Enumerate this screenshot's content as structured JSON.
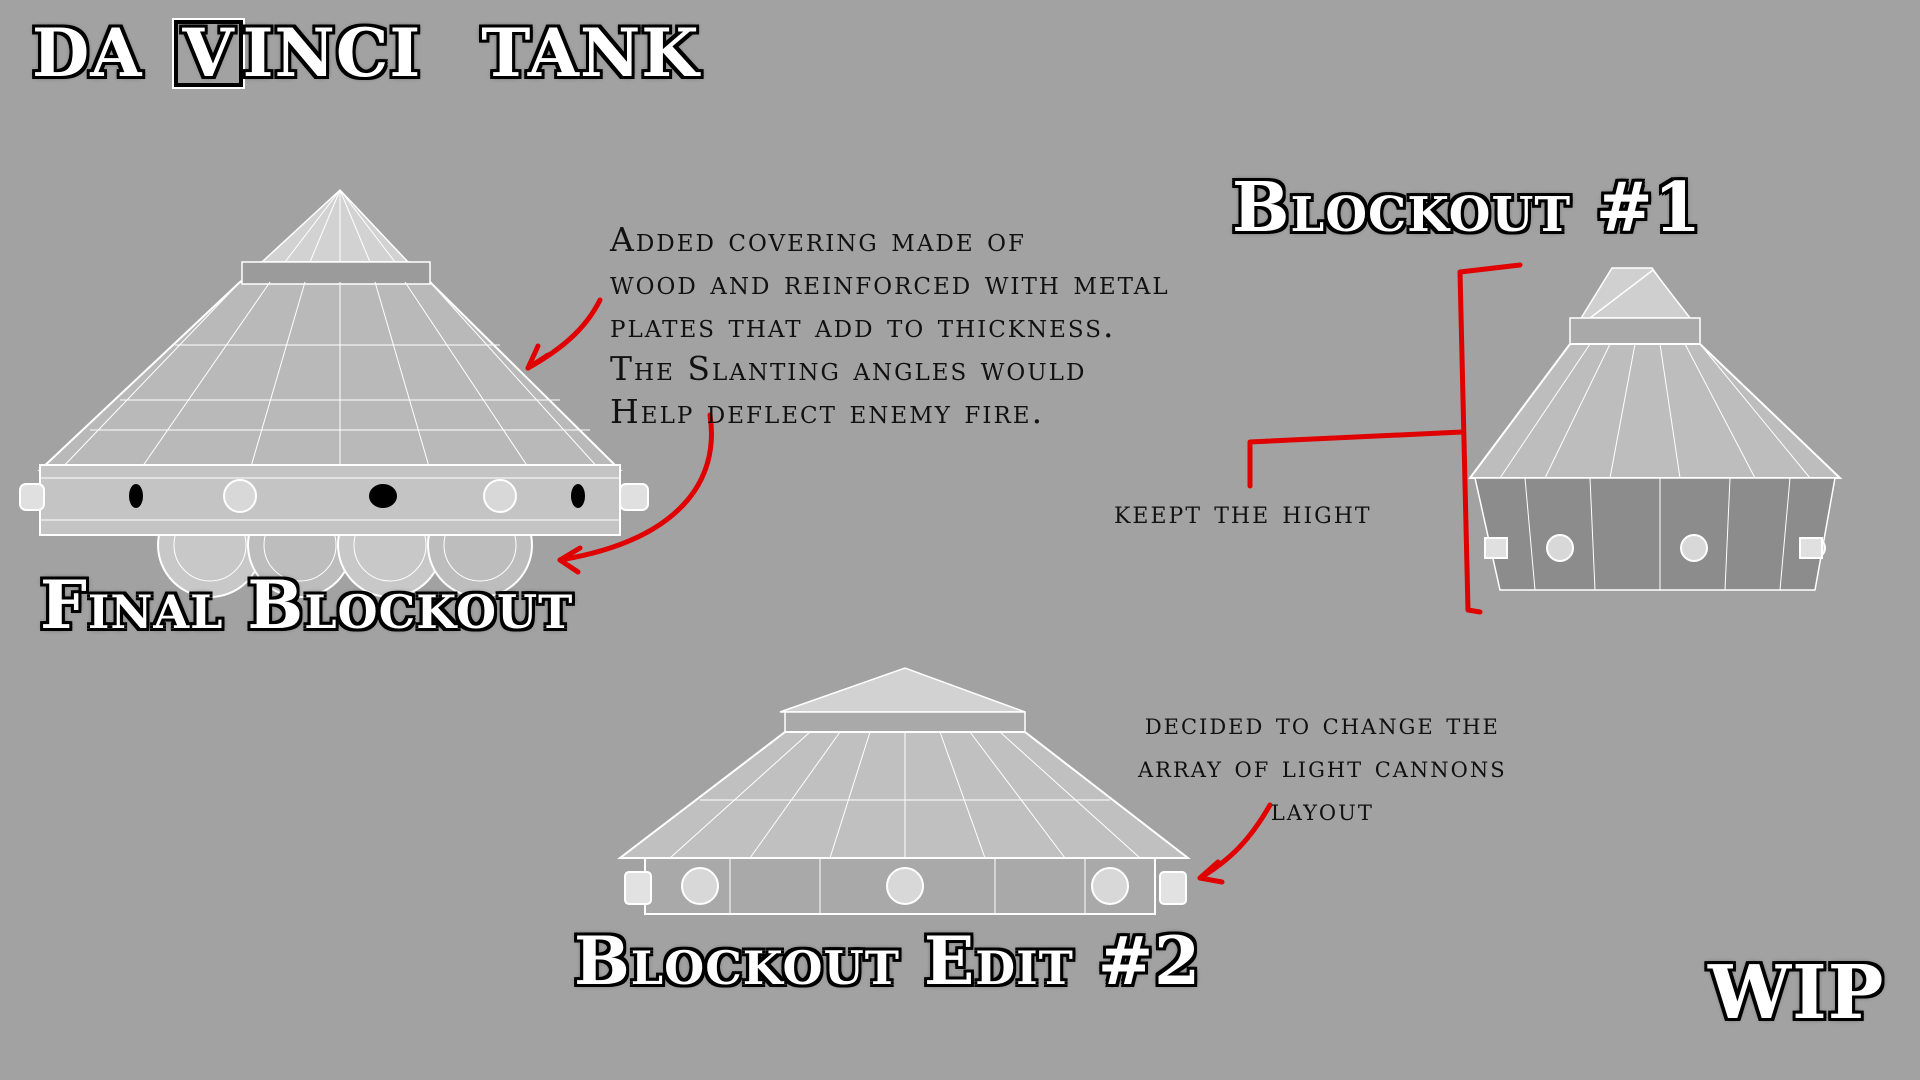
{
  "title": {
    "part1": "DA",
    "logo_letter": "V",
    "part2": "INCI",
    "part3": "TANK"
  },
  "labels": {
    "blockout1": "Blockout #1",
    "final": "Final Blockout",
    "edit2": "Blockout Edit #2",
    "wip": "WIP"
  },
  "notes": {
    "covering": [
      "Added covering  made of",
      "wood and reinforced with metal",
      "plates that add to thickness.",
      "The Slanting angles would",
      "Help deflect enemy fire."
    ],
    "height": "keept the hight",
    "cannons": [
      "decided to change the",
      "array of light cannons",
      "layout"
    ]
  },
  "colors": {
    "background": "#a2a2a2",
    "annotation_red": "#e00000",
    "title_fill": "#ffffff",
    "title_outline": "#000000"
  }
}
